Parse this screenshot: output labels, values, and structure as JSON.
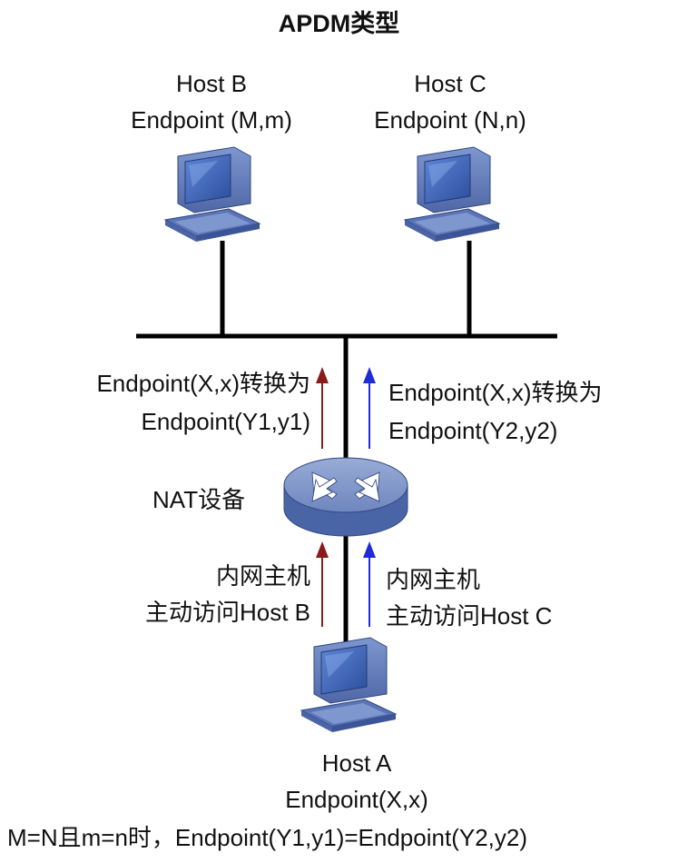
{
  "title": "APDM类型",
  "hosts": {
    "b": {
      "name": "Host B",
      "endpoint": "Endpoint (M,m)"
    },
    "c": {
      "name": "Host C",
      "endpoint": "Endpoint (N,n)"
    },
    "a": {
      "name": "Host A",
      "endpoint": "Endpoint(X,x)"
    }
  },
  "nat": {
    "label": "NAT设备"
  },
  "translations": {
    "left": {
      "line1": "Endpoint(X,x)转换为",
      "line2": "Endpoint(Y1,y1)"
    },
    "right": {
      "line1": "Endpoint(X,x)转换为",
      "line2": "Endpoint(Y2,y2)"
    }
  },
  "access": {
    "left": {
      "line1": "内网主机",
      "line2": "主动访问Host B"
    },
    "right": {
      "line1": "内网主机",
      "line2": "主动访问Host C"
    }
  },
  "footer": "M=N且m=n时，Endpoint(Y1,y1)=Endpoint(Y2,y2)",
  "colors": {
    "arrow_to_b": "#8b1a1a",
    "arrow_to_c": "#1f2bd6",
    "device": "#3a5aa8"
  }
}
